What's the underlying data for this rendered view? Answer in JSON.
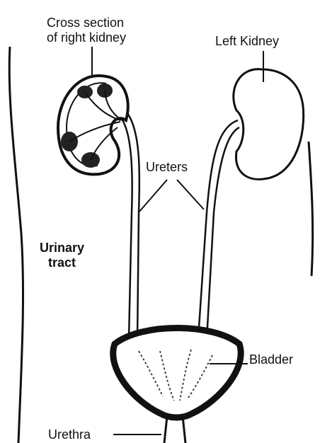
{
  "labels": {
    "cross_section_line1": "Cross section",
    "cross_section_line2": "of right kidney",
    "left_kidney": "Left Kidney",
    "ureters": "Ureters",
    "urinary_line1": "Urinary",
    "urinary_line2": "tract",
    "bladder": "Bladder",
    "urethra": "Urethra"
  },
  "colors": {
    "ink": "#111111",
    "background": "#ffffff"
  }
}
